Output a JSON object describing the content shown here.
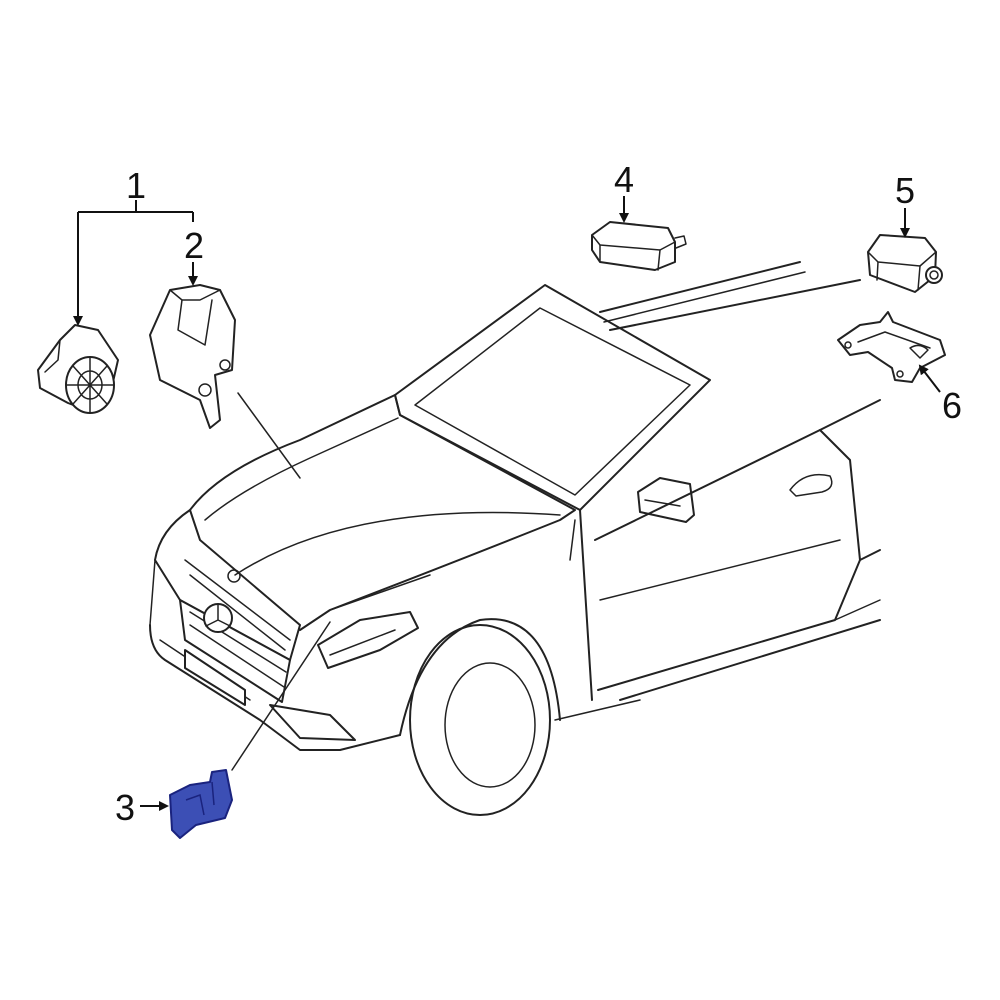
{
  "diagram": {
    "callouts": [
      {
        "id": "1",
        "label": "1"
      },
      {
        "id": "2",
        "label": "2"
      },
      {
        "id": "3",
        "label": "3"
      },
      {
        "id": "4",
        "label": "4"
      },
      {
        "id": "5",
        "label": "5"
      },
      {
        "id": "6",
        "label": "6"
      }
    ],
    "highlighted_part": "3",
    "colors": {
      "highlight_fill": "#3c4fb5",
      "highlight_stroke": "#1a237e",
      "line": "#222222",
      "background": "#ffffff"
    }
  }
}
